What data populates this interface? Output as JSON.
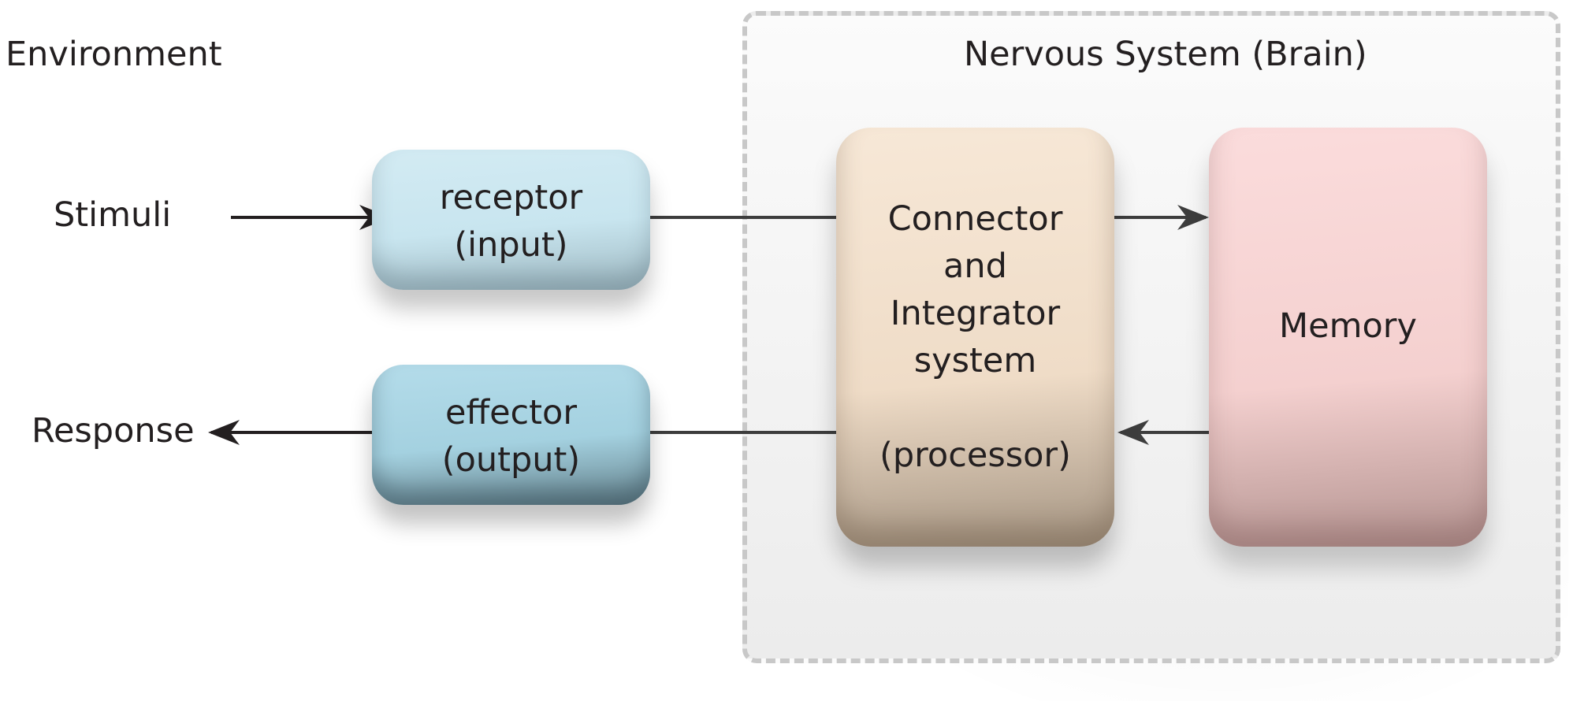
{
  "labels": {
    "environment": "Environment",
    "system": "Nervous System (Brain)",
    "stimuli": "Stimuli",
    "response": "Response"
  },
  "boxes": {
    "receptor": {
      "line1": "receptor",
      "line2": "(input)"
    },
    "effector": {
      "line1": "effector",
      "line2": "(output)"
    },
    "connector": {
      "line1": "Connector",
      "line2": "and",
      "line3": "Integrator",
      "line4": "system",
      "line5": "(processor)"
    },
    "memory": {
      "line1": "Memory"
    }
  },
  "colors": {
    "receptor": "#c8e5ef",
    "effector": "#a4d1e0",
    "connector": "#efdcc7",
    "memory": "#f4d0cf",
    "panel_border": "#c8c8c8",
    "arrow": "#231f20"
  }
}
